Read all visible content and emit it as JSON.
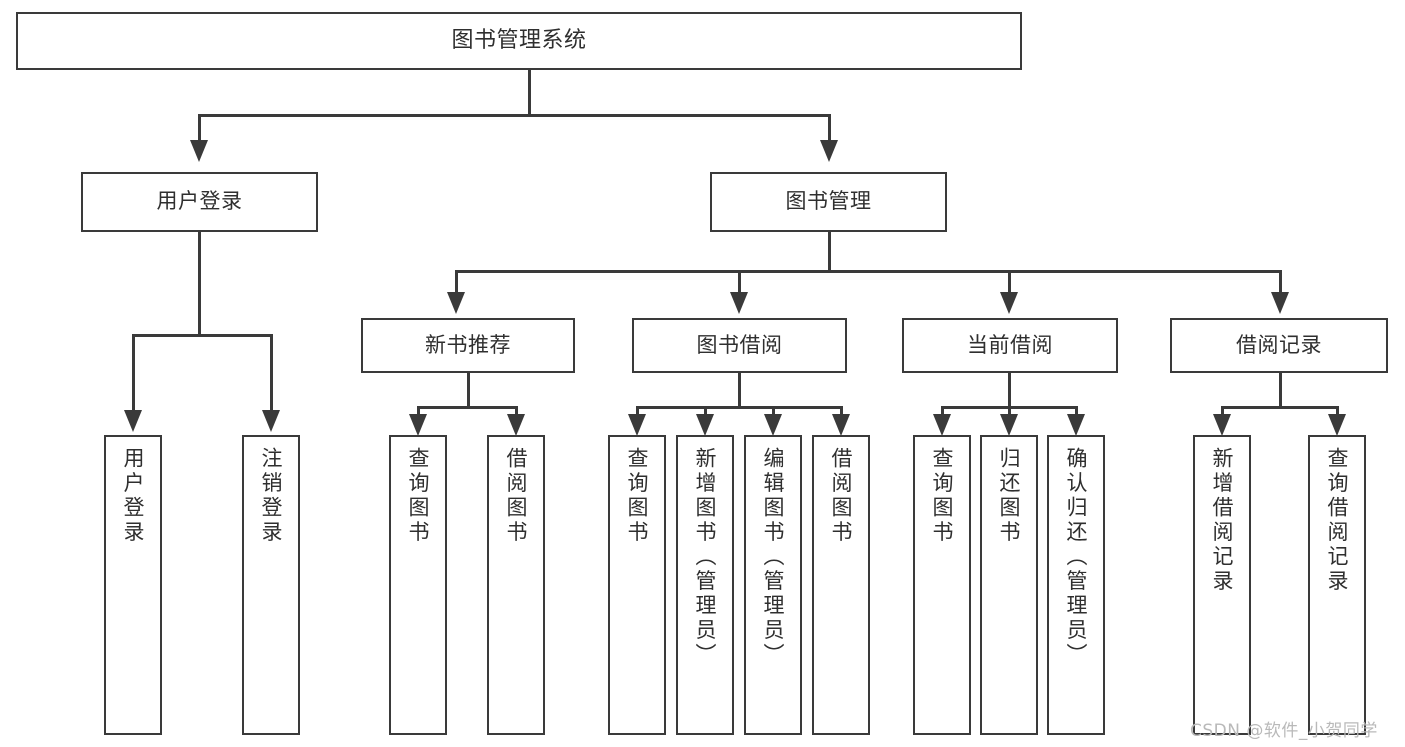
{
  "diagram": {
    "title": "图书管理系统",
    "type": "tree",
    "root": {
      "label": "图书管理系统"
    },
    "level2": [
      {
        "label": "用户登录"
      },
      {
        "label": "图书管理"
      }
    ],
    "level3": [
      {
        "label": "新书推荐"
      },
      {
        "label": "图书借阅"
      },
      {
        "label": "当前借阅"
      },
      {
        "label": "借阅记录"
      }
    ],
    "leaves": {
      "user_login": [
        {
          "label": "用户登录"
        },
        {
          "label": "注销登录"
        }
      ],
      "new_book": [
        {
          "label": "查询图书"
        },
        {
          "label": "借阅图书"
        }
      ],
      "book_borrow": [
        {
          "label": "查询图书"
        },
        {
          "label": "新增图书（管理员）"
        },
        {
          "label": "编辑图书（管理员）"
        },
        {
          "label": "借阅图书"
        }
      ],
      "current_borrow": [
        {
          "label": "查询图书"
        },
        {
          "label": "归还图书"
        },
        {
          "label": "确认归还（管理员）"
        }
      ],
      "borrow_record": [
        {
          "label": "新增借阅记录"
        },
        {
          "label": "查询借阅记录"
        }
      ]
    }
  },
  "watermark": {
    "text": "CSDN @软件_小贺同学"
  },
  "colors": {
    "stroke": "#3a3a3a",
    "text": "#2f2f2f",
    "background": "#ffffff",
    "watermark": "#b9b9b9"
  }
}
